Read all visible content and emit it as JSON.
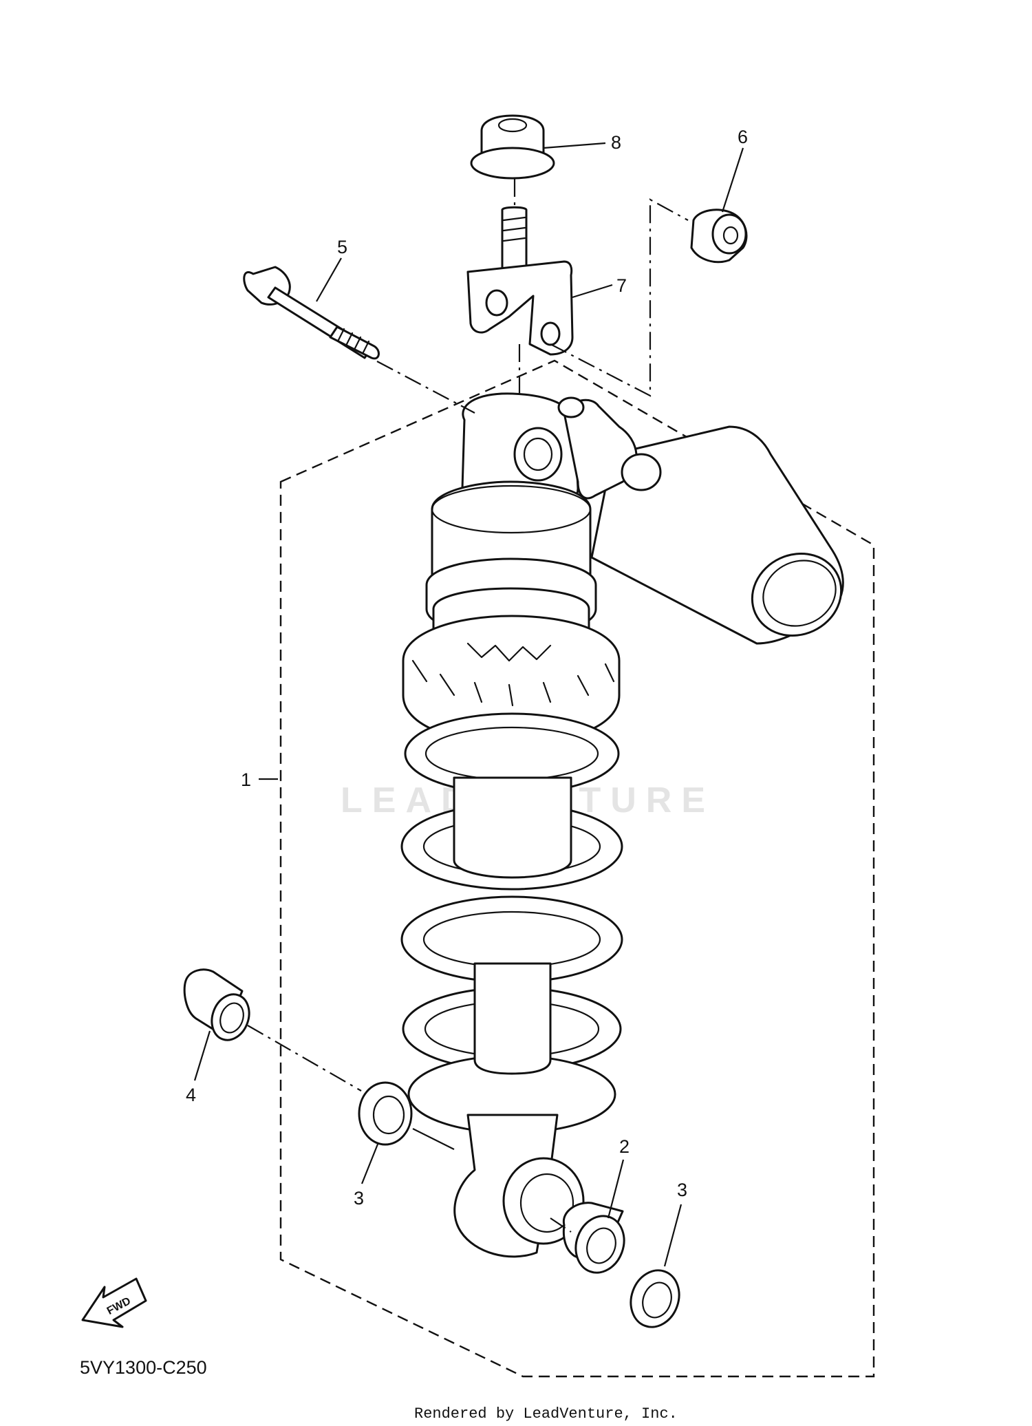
{
  "diagram": {
    "part_code": "5VY1300-C250",
    "credit": "Rendered by LeadVenture, Inc.",
    "watermark": "LEADVENTURE",
    "fwd_label": "FWD",
    "callouts": [
      {
        "id": "c1",
        "label": "1"
      },
      {
        "id": "c2",
        "label": "2"
      },
      {
        "id": "c3a",
        "label": "3"
      },
      {
        "id": "c3b",
        "label": "3"
      },
      {
        "id": "c4",
        "label": "4"
      },
      {
        "id": "c5",
        "label": "5"
      },
      {
        "id": "c6",
        "label": "6"
      },
      {
        "id": "c7",
        "label": "7"
      },
      {
        "id": "c8",
        "label": "8"
      }
    ]
  }
}
